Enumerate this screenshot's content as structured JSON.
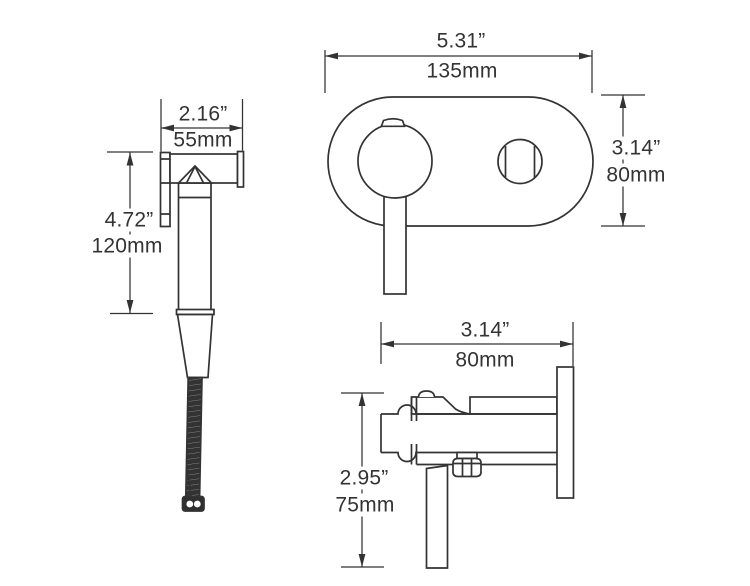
{
  "drawing_type": "technical-dimension-diagram",
  "colors": {
    "line": "#333333",
    "text": "#333333",
    "background": "#ffffff",
    "hose_fill": "#2f2f2f"
  },
  "dimensions": {
    "sprayer_width": {
      "inches": "2.16”",
      "mm": "55mm"
    },
    "sprayer_height": {
      "inches": "4.72”",
      "mm": "120mm"
    },
    "trim_plate_width": {
      "inches": "5.31”",
      "mm": "135mm"
    },
    "trim_plate_height": {
      "inches": "3.14”",
      "mm": "80mm"
    },
    "valve_body_width": {
      "inches": "3.14”",
      "mm": "80mm"
    },
    "valve_body_height": {
      "inches": "2.95”",
      "mm": "75mm"
    }
  }
}
